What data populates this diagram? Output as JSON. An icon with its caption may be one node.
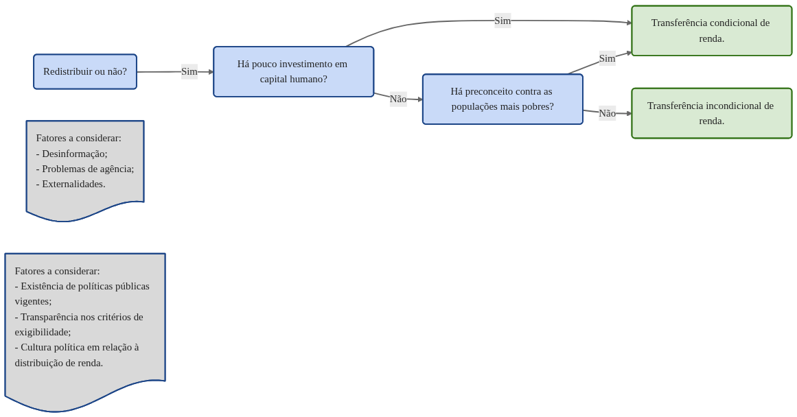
{
  "diagram": {
    "nodes": [
      {
        "text": [
          "Transferência condicional de renda."
        ]
      },
      {
        "text": [
          "Redistribuir ou não?"
        ]
      },
      {
        "text": [
          "Há pouco investimento em capital humano?"
        ]
      },
      {
        "text": [
          "Há preconceito contra as populações mais pobres?"
        ]
      },
      {
        "text": [
          "Transferência incondicional de renda."
        ]
      },
      {
        "text": [
          "Fatores a considerar:",
          "- Desinformação;",
          "- Problemas de agência;",
          "- Externalidades."
        ]
      },
      {
        "text": [
          "Fatores a considerar:",
          "- Existência de políticas públicas vigentes;",
          "- Transparência nos critérios de exigibilidade;",
          "- Cultura política em relação à distribuição de renda."
        ]
      }
    ],
    "edges": [
      {
        "from": 1,
        "to": 2,
        "label": "Sim",
        "arrow": "to"
      },
      {
        "from": 2,
        "to": 0,
        "label": "Sim",
        "arrow": "to"
      },
      {
        "from": 2,
        "to": 3,
        "label": "Não",
        "arrow": "to"
      },
      {
        "from": 3,
        "to": 0,
        "label": "Sim",
        "arrow": "to"
      },
      {
        "from": 3,
        "to": 4,
        "label": "Não",
        "arrow": "to"
      }
    ]
  }
}
